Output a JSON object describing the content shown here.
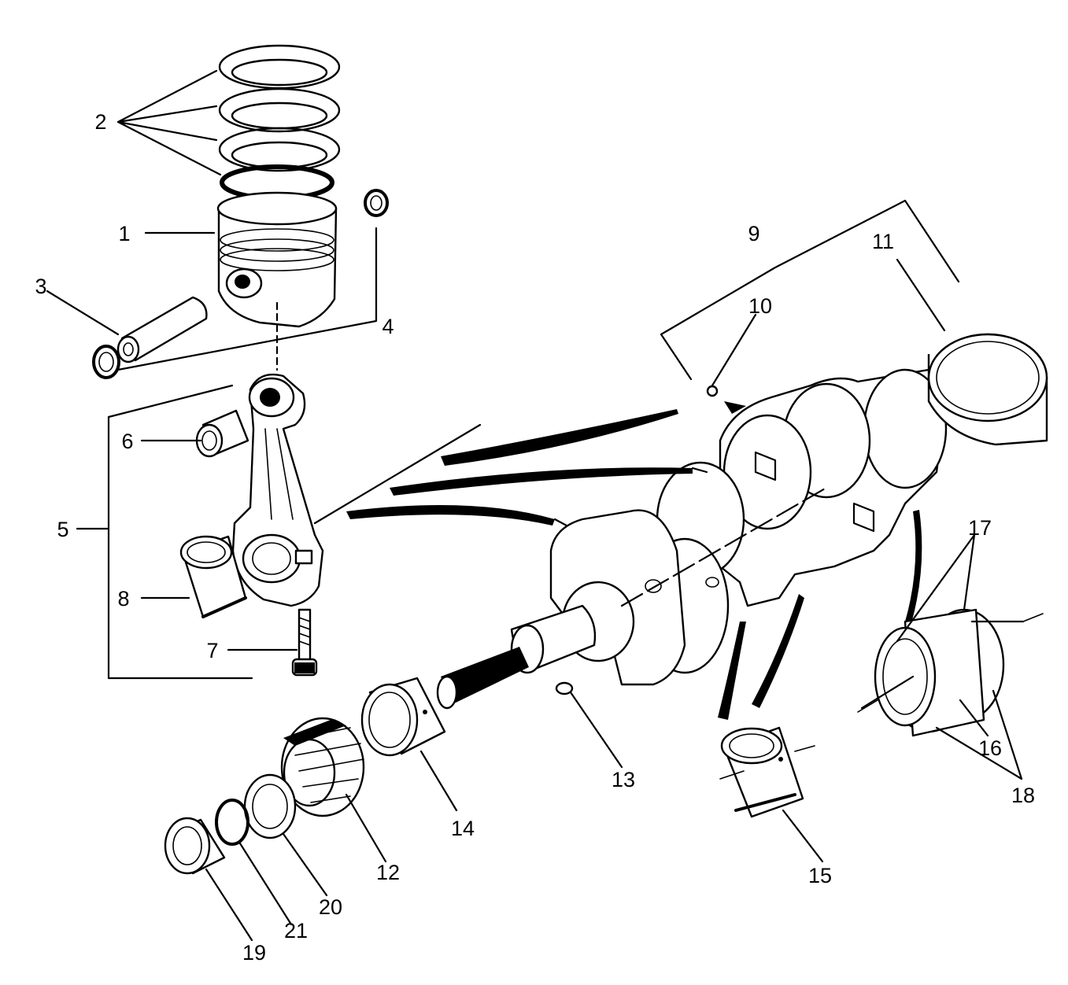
{
  "diagram": {
    "kind": "exploded parts view",
    "line_color": "#000000",
    "background": "#ffffff"
  },
  "callouts": {
    "c1": "1",
    "c2": "2",
    "c3": "3",
    "c4": "4",
    "c5": "5",
    "c6": "6",
    "c7": "7",
    "c8": "8",
    "c9": "9",
    "c10": "10",
    "c11": "11",
    "c12": "12",
    "c13": "13",
    "c14": "14",
    "c15": "15",
    "c16": "16",
    "c17": "17",
    "c18": "18",
    "c19": "19",
    "c20": "20",
    "c21": "21"
  }
}
